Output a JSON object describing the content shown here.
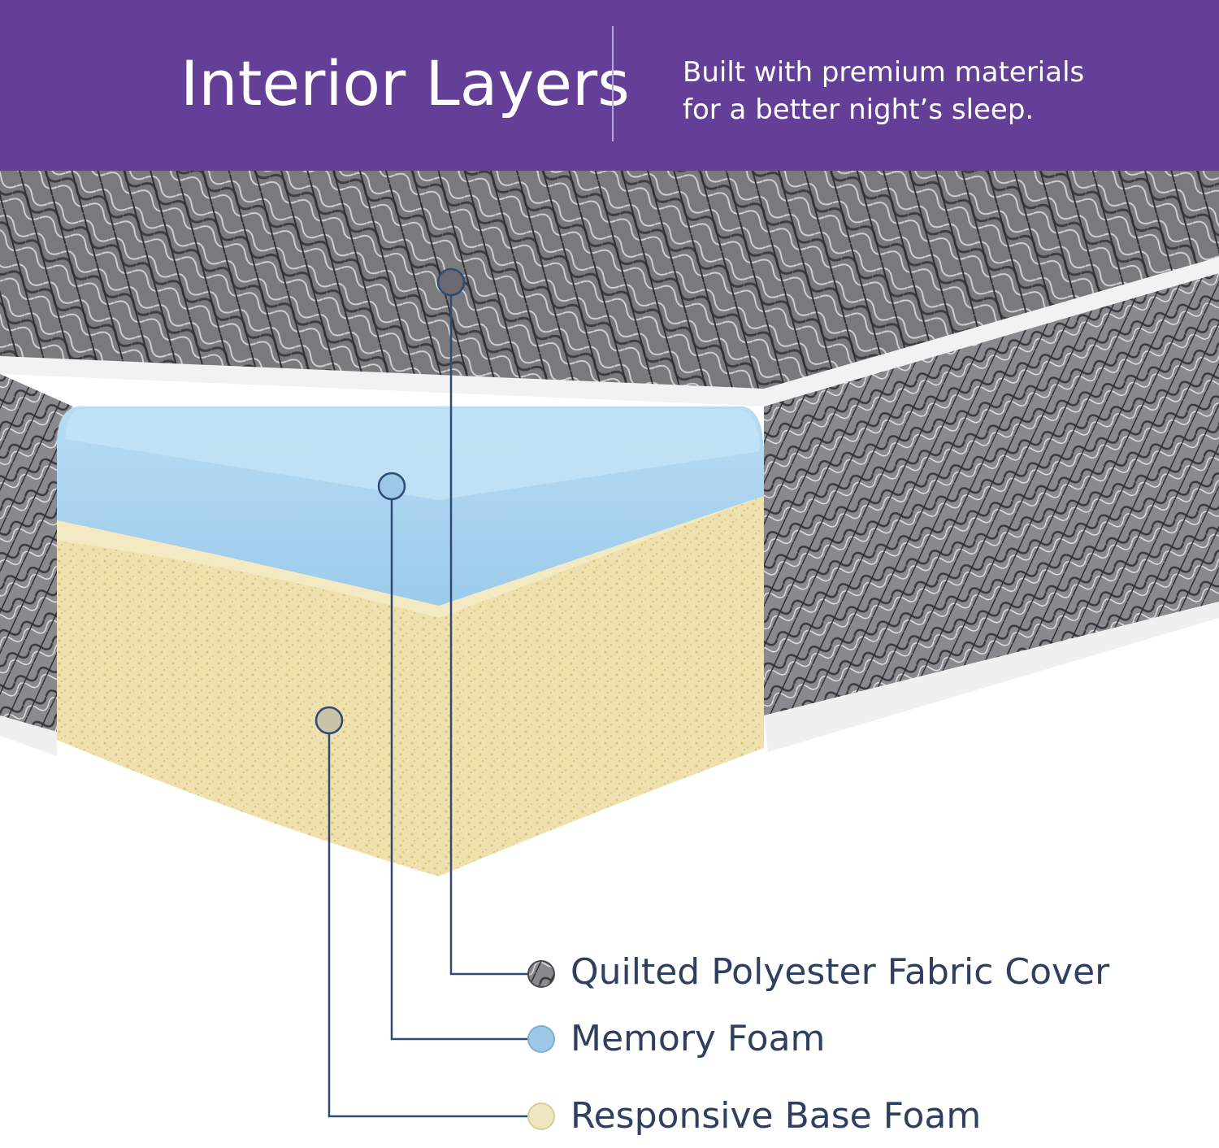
{
  "header": {
    "title": "Interior Layers",
    "subtitle_line1": "Built with premium materials",
    "subtitle_line2": "for a better night’s sleep."
  },
  "layers": [
    {
      "label": "Quilted Polyester Fabric Cover",
      "icon": "quilted-fabric-icon",
      "color": "#5a5a5e"
    },
    {
      "label": "Memory Foam",
      "icon": "memory-foam-icon",
      "color": "#9cc8e6"
    },
    {
      "label": "Responsive Base Foam",
      "icon": "base-foam-icon",
      "color": "#efe6c2"
    }
  ],
  "colors": {
    "banner": "#643f97",
    "leader_line": "#2f4a74",
    "fabric": "#6e6e70",
    "memory_foam": "#a9d3ee",
    "base_foam": "#efe3b3"
  }
}
